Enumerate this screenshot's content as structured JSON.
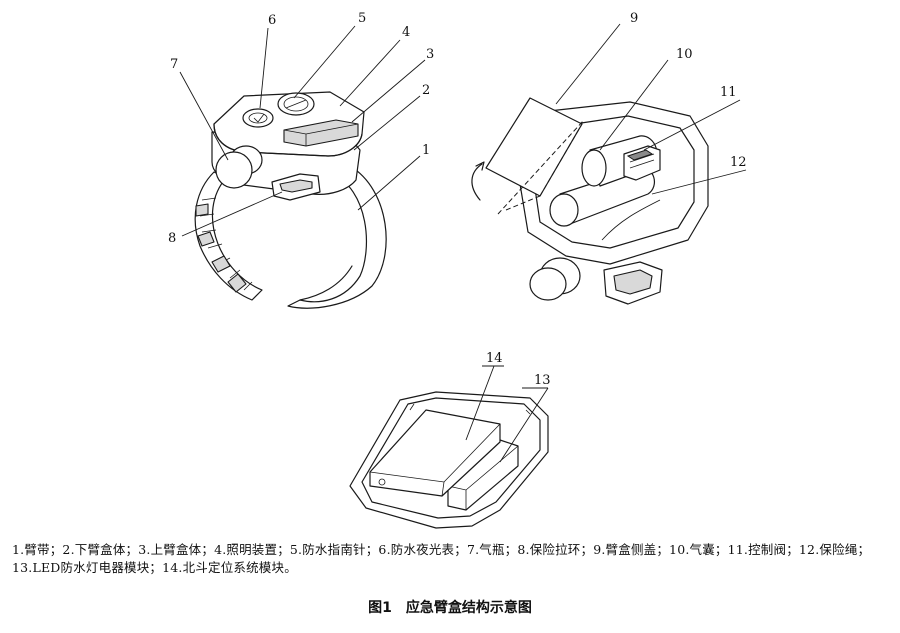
{
  "labels": {
    "n1": "1",
    "n2": "2",
    "n3": "3",
    "n4": "4",
    "n5": "5",
    "n6": "6",
    "n7": "7",
    "n8": "8",
    "n9": "9",
    "n10": "10",
    "n11": "11",
    "n12": "12",
    "n13": "13",
    "n14": "14"
  },
  "caption": {
    "legend": "1.臂带；2.下臂盒体；3.上臂盒体；4.照明装置；5.防水指南针；6.防水夜光表；7.气瓶；8.保险拉环；9.臂盒侧盖；10.气囊；11.控制阀；12.保险绳；13.LED防水灯电器模块；14.北斗定位系统模块。",
    "title": "图1　应急臂盒结构示意图"
  }
}
